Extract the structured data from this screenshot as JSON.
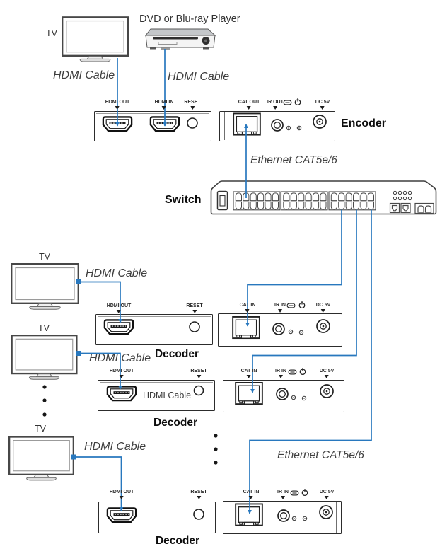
{
  "diagram": {
    "colors": {
      "cable_blue": "#2878BE",
      "outline_dark": "#2C2C2C"
    },
    "devices": {
      "tv": "TV",
      "dvd_player": "DVD or Blu-ray Player",
      "encoder": "Encoder",
      "switch": "Switch",
      "decoder": "Decoder"
    },
    "cables": {
      "hdmi": "HDMI Cable",
      "ethernet": "Ethernet CAT5e/6"
    },
    "ports": {
      "hdmi_out": "HDMI OUT",
      "hdmi_in": "HDMI IN",
      "reset": "RESET",
      "cat_out": "CAT OUT",
      "cat_in": "CAT IN",
      "ir_out": "IR OUT",
      "ir_in": "IR IN",
      "dc5v": "DC 5V"
    },
    "icons": {
      "ir_blaster": "ir-blaster-icon",
      "power": "power-icon"
    }
  }
}
